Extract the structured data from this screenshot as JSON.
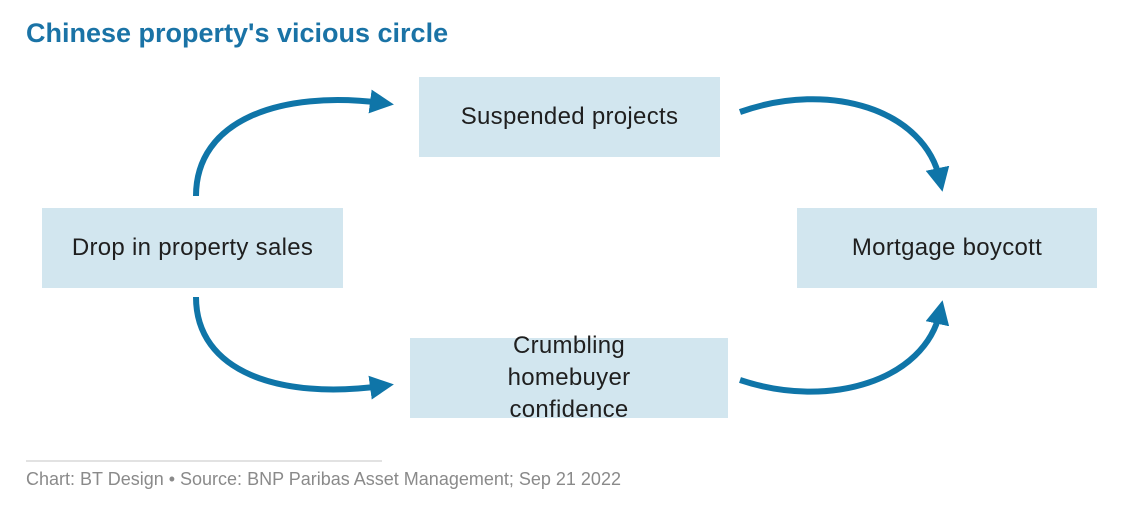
{
  "title": "Chinese property's vicious circle",
  "nodes": {
    "drop": "Drop in property sales",
    "suspended": "Suspended projects",
    "crumbling": "Crumbling homebuyer confidence",
    "boycott": "Mortgage boycott"
  },
  "footer": "Chart: BT Design • Source: BNP Paribas Asset Management; Sep 21 2022",
  "colors": {
    "accent": "#0f75a8",
    "box": "#d2e6ef",
    "title": "#1a73a6"
  }
}
